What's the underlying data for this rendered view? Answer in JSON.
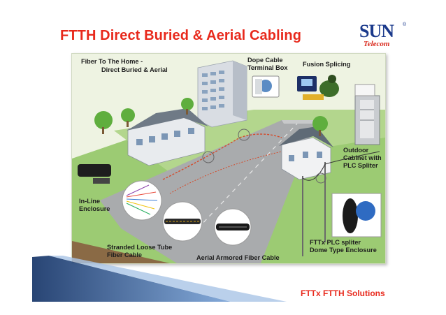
{
  "title": "FTTH Direct Buried & Aerial Cabling",
  "logo": {
    "brand": "SUN",
    "subtitle": "Telecom",
    "reg_mark": "®"
  },
  "labels": {
    "main_caption_line1": "Fiber To The Home -",
    "main_caption_line2": "Direct Buried & Aerial",
    "dope_cable_line1": "Dope Cable",
    "dope_cable_line2": "Terminal Box",
    "fusion_splicing": "Fusion Splicing",
    "outdoor_cabinet_line1": "Outdoor",
    "outdoor_cabinet_line2": "Cabinet with",
    "outdoor_cabinet_line3": "PLC Spliter",
    "inline_enclosure_line1": "In-Line",
    "inline_enclosure_line2": "Enclosure",
    "stranded_tube_line1": "Stranded Loose Tube",
    "stranded_tube_line2": "Fiber Cable",
    "aerial_armored": "Aerial Armored Fiber Cable",
    "fttx_plc_line1": "FTTx PLC spliter",
    "fttx_plc_line2": "Dome Type Enclosure"
  },
  "footer": "FTTx FTTH Solutions",
  "colors": {
    "title_red": "#e8291c",
    "logo_blue": "#1b3a8c",
    "panel_bg": "#eef3e2",
    "grass": "#8fc46a",
    "road": "#a7a9ab",
    "accent_navy": "#1d3b6d"
  }
}
